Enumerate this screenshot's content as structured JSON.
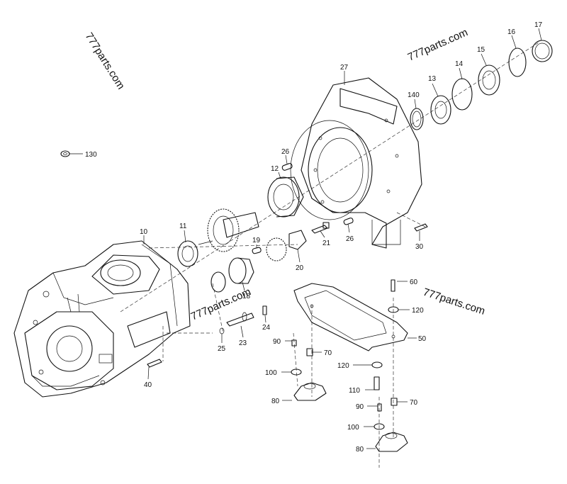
{
  "watermarks": [
    "777parts.com",
    "777parts.com",
    "777parts.com",
    "777parts.com"
  ],
  "labels": [
    "10",
    "11",
    "12",
    "13",
    "14",
    "15",
    "16",
    "17",
    "18",
    "19",
    "20",
    "21",
    "23",
    "24",
    "25",
    "26",
    "26",
    "27",
    "30",
    "40",
    "50",
    "60",
    "70",
    "70",
    "80",
    "80",
    "90",
    "90",
    "100",
    "100",
    "110",
    "120",
    "120",
    "130",
    "140"
  ]
}
